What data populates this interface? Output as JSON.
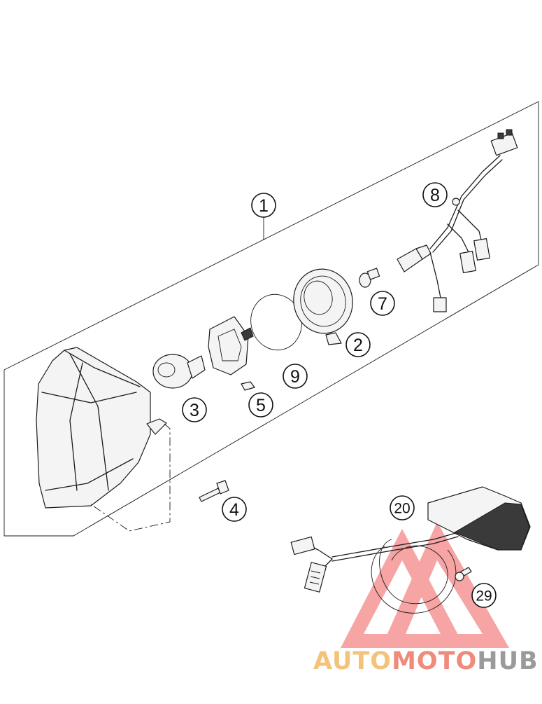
{
  "callouts": [
    {
      "id": "1",
      "label": "1"
    },
    {
      "id": "2",
      "label": "2"
    },
    {
      "id": "3",
      "label": "3"
    },
    {
      "id": "4",
      "label": "4"
    },
    {
      "id": "5",
      "label": "5"
    },
    {
      "id": "7",
      "label": "7"
    },
    {
      "id": "8",
      "label": "8"
    },
    {
      "id": "9",
      "label": "9"
    },
    {
      "id": "20",
      "label": "20"
    },
    {
      "id": "29",
      "label": "29"
    }
  ],
  "watermark": {
    "part1": "AUTO",
    "part2": "MOTO",
    "part3": "HUB",
    "colors": {
      "part1": "#f5c27a",
      "part2": "#f08a7a",
      "part3": "#9a9a9a",
      "triangle": "#ef5a5a"
    }
  }
}
